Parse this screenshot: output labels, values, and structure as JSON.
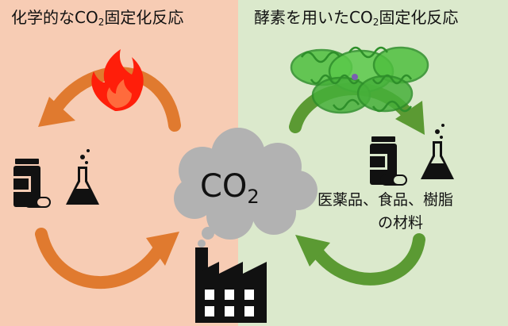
{
  "colors": {
    "left_bg": "#f7ccb4",
    "right_bg": "#dbe9cc",
    "orange_arrow": "#e07a2f",
    "green_arrow": "#5b9a33",
    "flame": "#ff1e0a",
    "cloud": "#b2b2b2",
    "icon": "#111111",
    "enzyme": "#4fbf3f"
  },
  "left": {
    "title_main": "化学的なCO",
    "title_sub": "2",
    "title_suffix": "固定化反応"
  },
  "right": {
    "title_main": "酵素を用いたCO",
    "title_sub": "2",
    "title_suffix": "固定化反応",
    "caption_line1": "医薬品、食品、樹脂",
    "caption_line2": "の材料"
  },
  "center": {
    "co2_main": "CO",
    "co2_sub": "2"
  },
  "icons": [
    "flame-icon",
    "medicine-bottle-icon",
    "capsule-icon",
    "flask-icon",
    "cloud-icon",
    "factory-icon",
    "enzyme-structure-icon"
  ]
}
